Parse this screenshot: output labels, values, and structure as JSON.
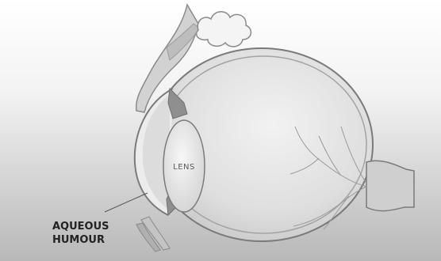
{
  "diagram": {
    "labels": {
      "lens": "LENS",
      "aqueous_line1": "AQUEOUS",
      "aqueous_line2": "HUMOUR"
    }
  },
  "colors": {
    "background_top": "#ffffff",
    "background_bottom": "#b8b8b8",
    "eyeball_fill": "#e6e6e6",
    "outline": "#7a7a7a",
    "label_text": "#222222"
  }
}
